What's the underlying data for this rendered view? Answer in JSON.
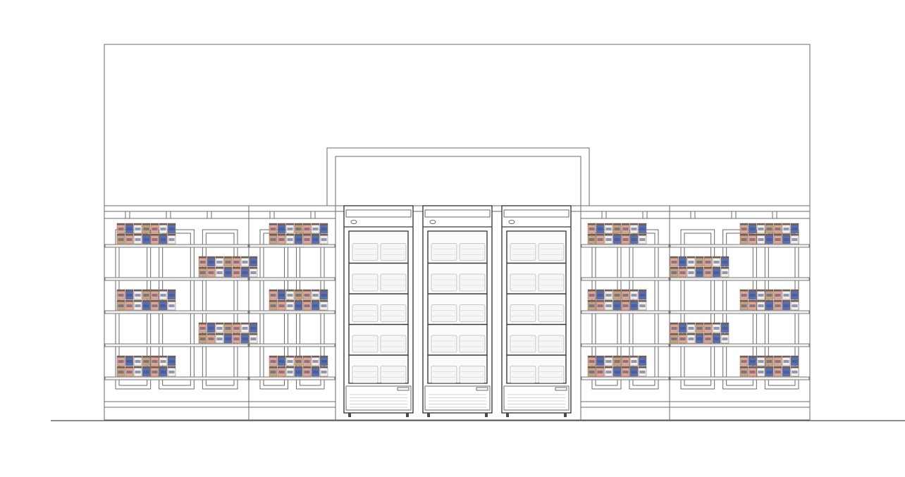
{
  "drawing": {
    "view": "front-elevation",
    "colors": {
      "line": "#6a6a6a",
      "fridge_frame": "#2e2e2e",
      "jar_peach": "#e3a58f",
      "jar_blue": "#5b6fae",
      "jar_white": "#f2efe9",
      "jar_tan": "#c8a27a",
      "jar_lid": "#6b5f5c",
      "tray": "#f6f6f6"
    },
    "shelving_units": [
      {
        "id": "left-outer",
        "shelves": 5
      },
      {
        "id": "left-inner",
        "shelves": 5
      },
      {
        "id": "right-inner",
        "shelves": 5
      },
      {
        "id": "right-outer",
        "shelves": 5
      }
    ],
    "refrigerators": [
      {
        "id": "fridge-1",
        "glass_door": true,
        "interior_shelves": 5,
        "trays_per_shelf": 2
      },
      {
        "id": "fridge-2",
        "glass_door": true,
        "interior_shelves": 5,
        "trays_per_shelf": 2
      },
      {
        "id": "fridge-3",
        "glass_door": true,
        "interior_shelves": 5,
        "trays_per_shelf": 2
      }
    ]
  }
}
